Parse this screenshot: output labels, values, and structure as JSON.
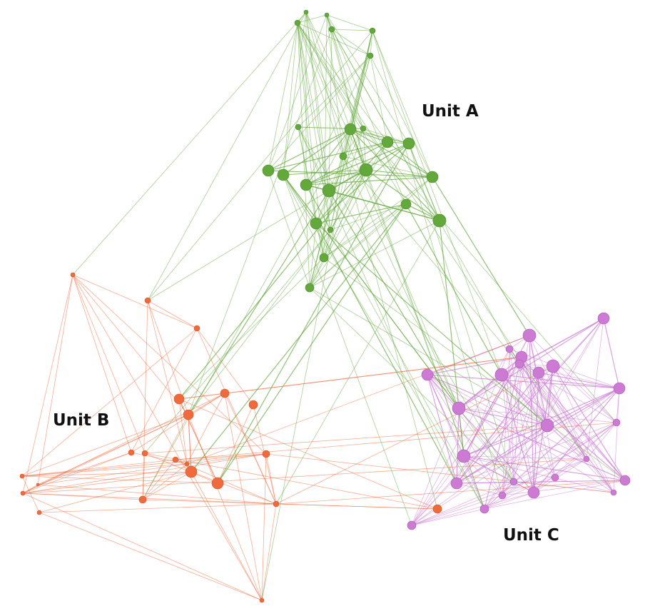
{
  "diagram": {
    "type": "network-graph",
    "colors": {
      "unit_a": "#62a83a",
      "unit_b": "#f06a3b",
      "unit_c": "#cc7ad4",
      "background": "#ffffff",
      "label": "#111111"
    },
    "groups": [
      {
        "id": "a",
        "label": "Unit A"
      },
      {
        "id": "b",
        "label": "Unit B"
      },
      {
        "id": "c",
        "label": "Unit C"
      }
    ]
  }
}
